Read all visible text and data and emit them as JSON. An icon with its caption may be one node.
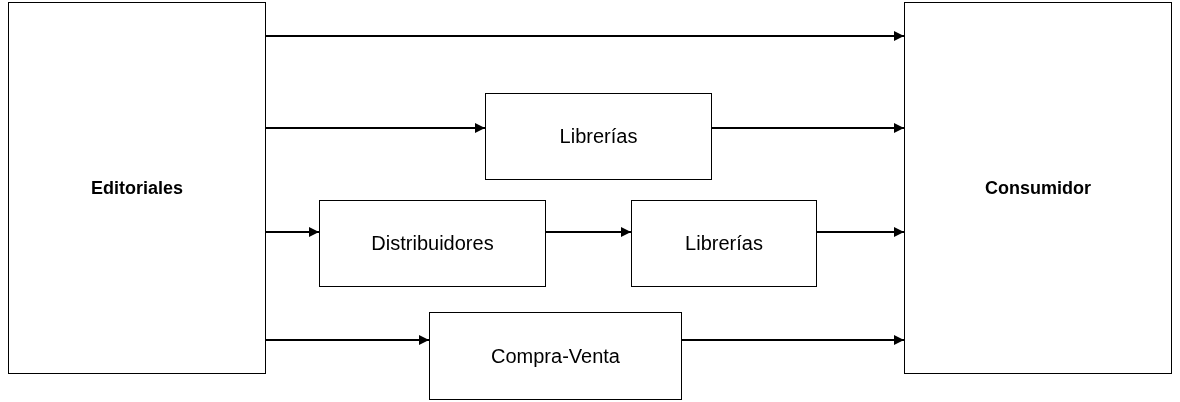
{
  "diagram": {
    "nodes": [
      {
        "text": [
          "Editoriales"
        ]
      },
      {
        "text": [
          "Librerías"
        ]
      },
      {
        "text": [
          "Distribuidores"
        ]
      },
      {
        "text": [
          "Librerías"
        ]
      },
      {
        "text": [
          "Compra-Venta"
        ]
      },
      {
        "text": [
          "Consumidor"
        ]
      }
    ],
    "edges": [
      {
        "from": 0,
        "to": 5,
        "arrow": "to"
      },
      {
        "from": 0,
        "to": 1,
        "arrow": "to"
      },
      {
        "from": 1,
        "to": 5,
        "arrow": "to"
      },
      {
        "from": 0,
        "to": 2,
        "arrow": "to"
      },
      {
        "from": 2,
        "to": 3,
        "arrow": "to"
      },
      {
        "from": 3,
        "to": 5,
        "arrow": "to"
      },
      {
        "from": 0,
        "to": 4,
        "arrow": "to"
      },
      {
        "from": 4,
        "to": 5,
        "arrow": "to"
      }
    ]
  }
}
